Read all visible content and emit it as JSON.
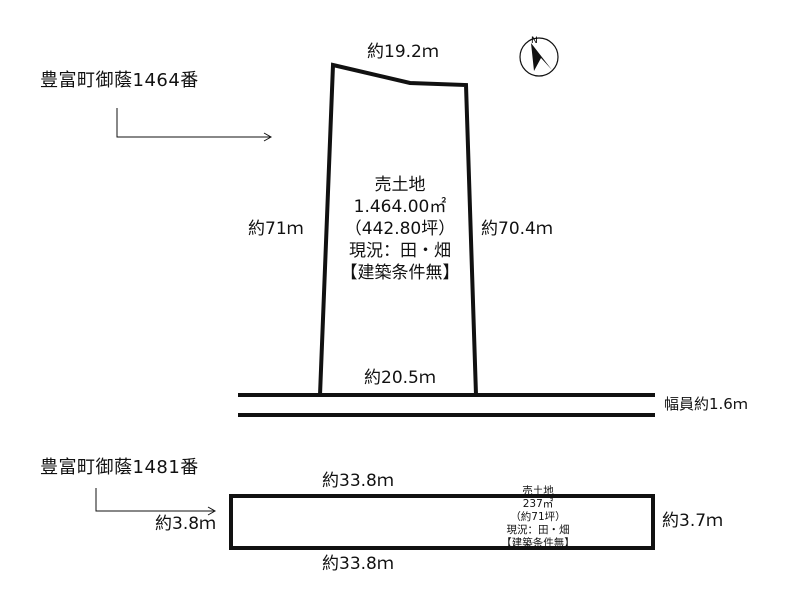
{
  "plot1": {
    "address": "豊富町御蔭1464番",
    "top": "約19.2ｍ",
    "left": "約71ｍ",
    "right": "約70.4ｍ",
    "bottom": "約20.5ｍ",
    "info": {
      "type": "売土地",
      "area_m2": "1.464.00㎡",
      "area_tsubo": "（442.80坪）",
      "status": "現況：田・畑",
      "condition": "【建築条件無】"
    }
  },
  "road": {
    "width": "幅員約1.6ｍ"
  },
  "plot2": {
    "address": "豊富町御蔭1481番",
    "top": "約33.8ｍ",
    "bottom": "約33.8ｍ",
    "left": "約3.8ｍ",
    "right": "約3.7ｍ",
    "info": {
      "type": "売土地",
      "area_m2": "237㎡",
      "area_tsubo": "（約71坪）",
      "status": "現況：田・畑",
      "condition": "【建築条件無】"
    }
  },
  "compass": {
    "north_label": "N",
    "icon": "north-arrow-icon"
  }
}
